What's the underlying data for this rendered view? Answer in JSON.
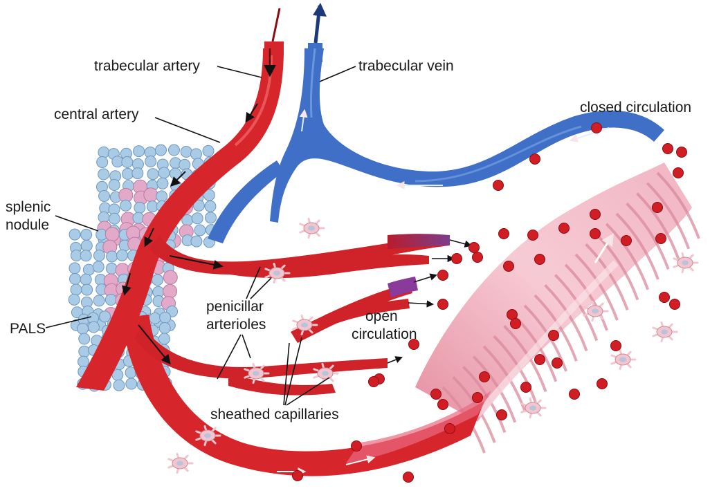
{
  "labels": {
    "trabecular_artery": "trabecular artery",
    "trabecular_vein": "trabecular vein",
    "central_artery": "central artery",
    "closed_circulation": "closed circulation",
    "splenic_nodule_line1": "splenic",
    "splenic_nodule_line2": "nodule",
    "penicillar_line1": "penicillar",
    "penicillar_line2": "arterioles",
    "open_line1": "open",
    "open_line2": "circulation",
    "pals": "PALS",
    "sheathed_capillaries": "sheathed capillaries"
  },
  "colors": {
    "artery": "#d7262b",
    "artery_dark": "#a51418",
    "vein": "#3c6fc4",
    "vein_dark": "#22468f",
    "sinusoid": "#f2b7c4",
    "sinusoid_stripe": "#d98a9c",
    "lymphocyte": "#aacbe6",
    "lymphocyte_pink": "#e3a9c8",
    "rbc": "#d11d24",
    "macrophage": "#f3c5cf",
    "arrow": "#111111"
  }
}
